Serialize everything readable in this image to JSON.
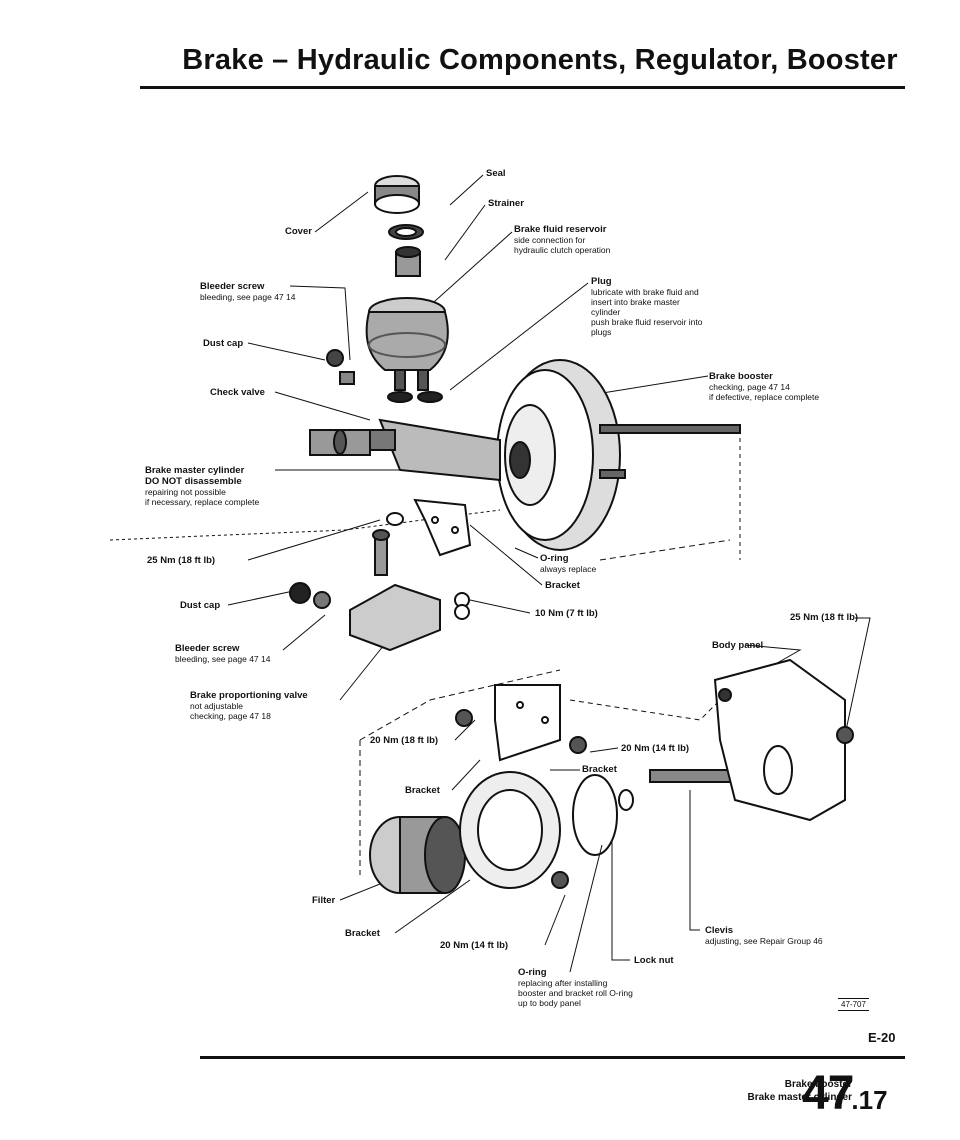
{
  "page": {
    "title": "Brake – Hydraulic Components, Regulator, Booster",
    "figure_code": "47-707",
    "page_code": "E-20",
    "footer": {
      "line1": "Brake booster",
      "line2": "Brake master cylinder",
      "section_major": "47",
      "section_minor": ".17"
    }
  },
  "labels": {
    "seal": "Seal",
    "strainer": "Strainer",
    "cover": "Cover",
    "reservoir_title": "Brake fluid reservoir",
    "reservoir_desc1": "side connection for",
    "reservoir_desc2": "hydraulic clutch operation",
    "plug_title": "Plug",
    "plug_desc1": "lubricate with brake fluid and",
    "plug_desc2": "insert into brake master",
    "plug_desc3": "cylinder",
    "plug_desc4": "push brake fluid reservoir into",
    "plug_desc5": "plugs",
    "bleeder1_title": "Bleeder screw",
    "bleeder1_desc": "bleeding, see page 47 14",
    "dust_cap1": "Dust cap",
    "check_valve": "Check valve",
    "booster_title": "Brake booster",
    "booster_desc1": "checking, page 47 14",
    "booster_desc2": "if defective, replace complete",
    "master_title": "Brake master cylinder",
    "master_desc1": "DO NOT disassemble",
    "master_desc2": "repairing not possible",
    "master_desc3": "if necessary, replace complete",
    "torque_25_left": "25 Nm (18 ft lb)",
    "oring_upper_title": "O-ring",
    "oring_upper_desc": "always replace",
    "dust_cap2": "Dust cap",
    "bracket_upper": "Bracket",
    "torque_10": "10 Nm (7 ft lb)",
    "torque_25_right": "25 Nm (18 ft lb)",
    "bleeder2_title": "Bleeder screw",
    "bleeder2_desc": "bleeding, see page 47 14",
    "body_panel": "Body panel",
    "valve_title": "Brake proportioning valve",
    "valve_desc1": "not adjustable",
    "valve_desc2": "checking, page 47 18",
    "torque_20_left": "20 Nm (18 ft lb)",
    "torque_20_14_right": "20 Nm (14 ft lb)",
    "bracket_mid_right": "Bracket",
    "bracket_mid_left": "Bracket",
    "filter": "Filter",
    "bracket_lower": "Bracket",
    "torque_20_14_bottom": "20 Nm (14 ft lb)",
    "lock_nut": "Lock nut",
    "clevis_title": "Clevis",
    "clevis_desc": "adjusting, see Repair Group 46",
    "oring_lower_title": "O-ring",
    "oring_lower_desc1": "replacing after installing",
    "oring_lower_desc2": "booster and bracket roll O-ring",
    "oring_lower_desc3": "up to body panel"
  }
}
